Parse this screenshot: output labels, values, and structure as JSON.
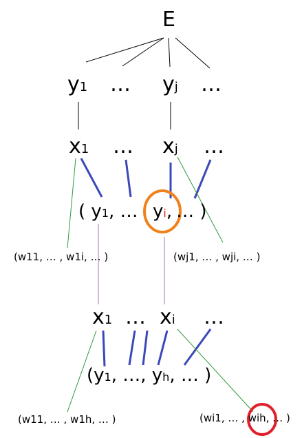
{
  "root": {
    "label": "E"
  },
  "level1": {
    "y1": "y",
    "y1_sub": "1",
    "ellipsis_a": "…",
    "yj": "y",
    "yj_sub": "j",
    "ellipsis_b": "…"
  },
  "level2": {
    "x1": "x",
    "x1_sub": "1",
    "ellipsis_a": "…",
    "xj": "x",
    "xj_sub": "j",
    "ellipsis_b": "…"
  },
  "tuple1": {
    "open": "(",
    "y": "y",
    "y_sub": "1",
    "comma1": ",",
    "ellipsis": "…",
    "yi": "y",
    "yi_sub": "i",
    "comma2": ",",
    "ellipsis2": "…",
    "close": ")"
  },
  "weights1": {
    "left": "(w11, … , w1i, … )",
    "right": "(wj1, … , wji, … )"
  },
  "level3": {
    "x1": "x",
    "x1_sub": "1",
    "ellipsis_a": "…",
    "xi": "x",
    "xi_sub": "i",
    "ellipsis_b": "…"
  },
  "tuple2": {
    "text_a": "(y",
    "sub_a": "1",
    "text_b": ", …, y",
    "sub_b": "h",
    "text_c": ",  … )"
  },
  "weights2": {
    "left": "(w11, … , w1h, … )",
    "right_a": "(wi1, … ,",
    "right_b": "wih",
    "right_c": ", … )"
  },
  "colors": {
    "thin_black": "#000000",
    "blue": "#3a48b8",
    "green": "#2e9a3a",
    "purple": "#a070b8",
    "orange_circle": "#f0821e",
    "red_circle": "#e0202a"
  }
}
